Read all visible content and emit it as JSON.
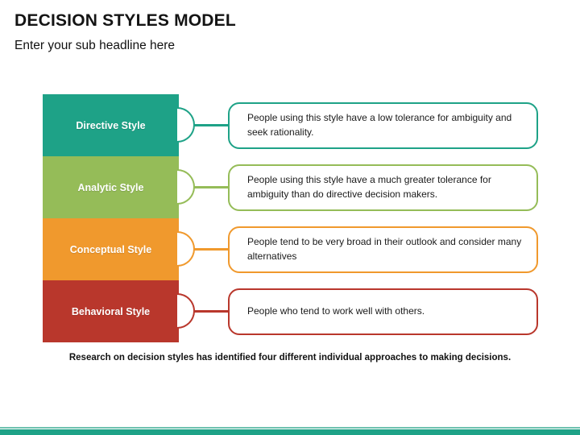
{
  "slide": {
    "title": "DECISION STYLES MODEL",
    "subtitle": "Enter your sub headline here",
    "footer": "Research on decision styles has identified four different individual approaches to making decisions."
  },
  "styles": [
    {
      "label": "Directive Style",
      "description": "People using this style have a low tolerance for ambiguity and seek rationality.",
      "color": "#1EA287"
    },
    {
      "label": "Analytic Style",
      "description": "People using this style have a much greater tolerance for ambiguity than do directive decision makers.",
      "color": "#95BC58"
    },
    {
      "label": "Conceptual Style",
      "description": "People tend to be very broad in their outlook and consider many alternatives",
      "color": "#F0992D"
    },
    {
      "label": "Behavioral Style",
      "description": "People who tend to work well with others.",
      "color": "#B9372C"
    }
  ],
  "colors": {
    "accent_bar": "#1EA287",
    "accent_bar_light": "#6FC2B0",
    "text": "#1A1A1A"
  }
}
